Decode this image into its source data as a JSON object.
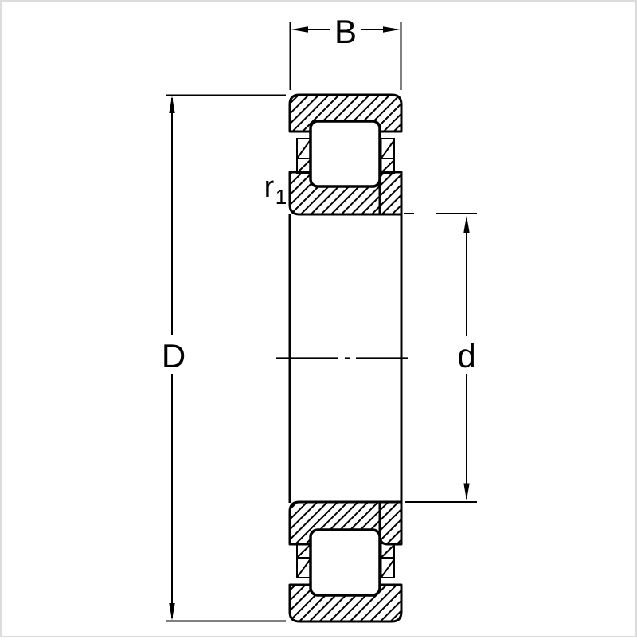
{
  "drawing": {
    "labels": {
      "width": "B",
      "outside_diameter": "D",
      "bore_diameter": "d",
      "chamfer_radius_base": "r",
      "chamfer_radius_sub": "1"
    },
    "colors": {
      "line": "#000000",
      "background": "#ffffff",
      "frame": "#dcdcdc"
    }
  }
}
